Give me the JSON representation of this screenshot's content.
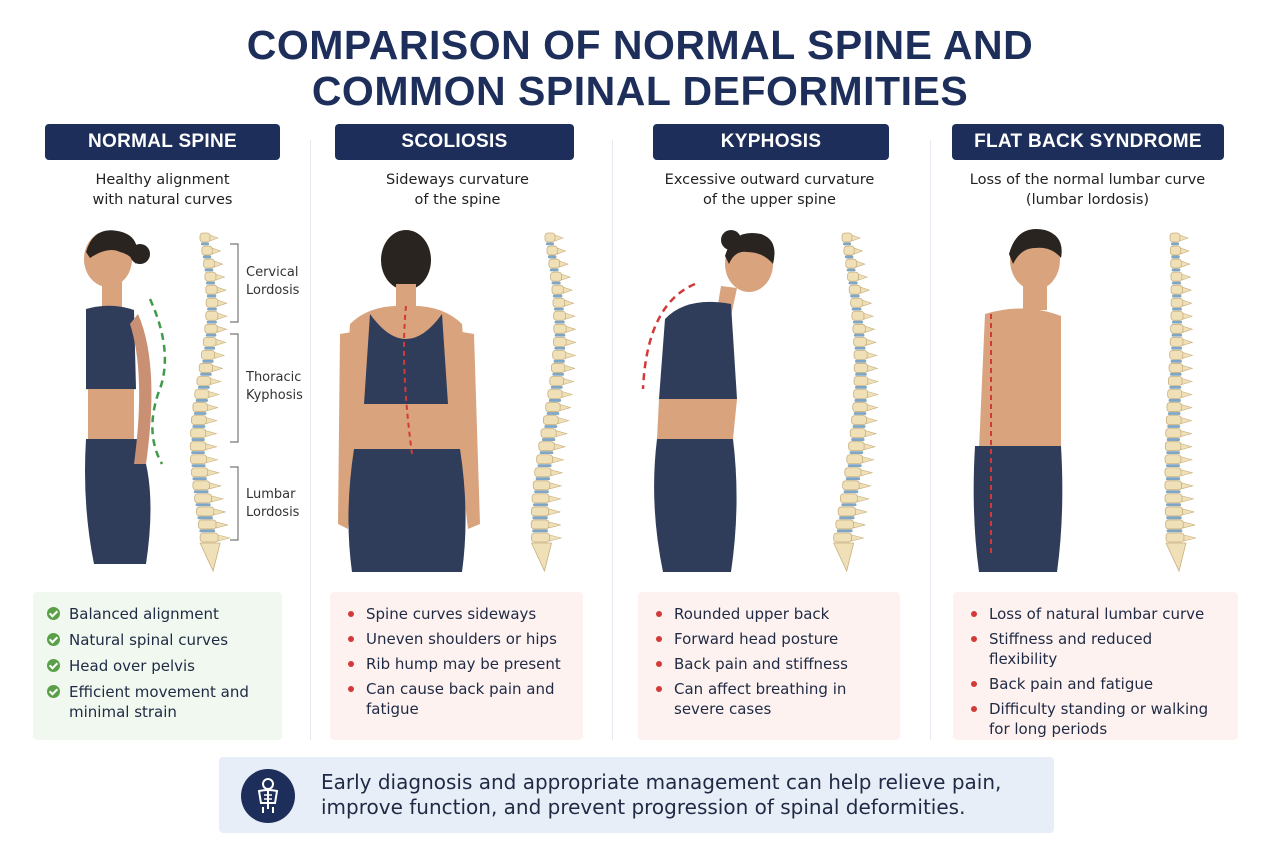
{
  "title": {
    "line1": "COMPARISON OF NORMAL SPINE AND",
    "line2": "COMMON SPINAL DEFORMITIES"
  },
  "columns": [
    {
      "id": "normal",
      "heading": "NORMAL SPINE",
      "desc_line1": "Healthy alignment",
      "desc_line2": "with natural curves",
      "region_labels": [
        {
          "line1": "Cervical",
          "line2": "Lordosis"
        },
        {
          "line1": "Thoracic",
          "line2": "Kyphosis"
        },
        {
          "line1": "Lumbar",
          "line2": "Lordosis"
        }
      ],
      "box_color": "green",
      "items": [
        "Balanced alignment",
        "Natural spinal curves",
        "Head over pelvis",
        "Efficient movement and minimal strain"
      ]
    },
    {
      "id": "scoliosis",
      "heading": "SCOLIOSIS",
      "desc_line1": "Sideways curvature",
      "desc_line2": "of the spine",
      "box_color": "red",
      "items": [
        "Spine curves sideways",
        "Uneven shoulders or hips",
        "Rib hump may be present",
        "Can cause back pain and fatigue"
      ]
    },
    {
      "id": "kyphosis",
      "heading": "KYPHOSIS",
      "desc_line1": "Excessive outward curvature",
      "desc_line2": "of the upper spine",
      "box_color": "red",
      "items": [
        "Rounded upper back",
        "Forward head posture",
        "Back pain and stiffness",
        "Can affect breathing in severe cases"
      ]
    },
    {
      "id": "flatback",
      "heading": "FLAT BACK SYNDROME",
      "desc_line1": "Loss of the normal lumbar curve",
      "desc_line2": "(lumbar lordosis)",
      "box_color": "red",
      "items": [
        "Loss of natural lumbar curve",
        "Stiffness and reduced flexibility",
        "Back pain and fatigue",
        "Difficulty standing or walking for long periods"
      ]
    }
  ],
  "footer": {
    "line1": "Early diagnosis and appropriate management can help relieve pain,",
    "line2": "improve function, and prevent progression of spinal deformities.",
    "icon": "spine-person-icon"
  },
  "colors": {
    "navy": "#1d2e5a",
    "green": "#5aa048",
    "red": "#d23a3a",
    "bone": "#efe0b8",
    "disc": "#7fa6c4",
    "skin": "#d9a37e",
    "clothing": "#2f3d5a"
  }
}
